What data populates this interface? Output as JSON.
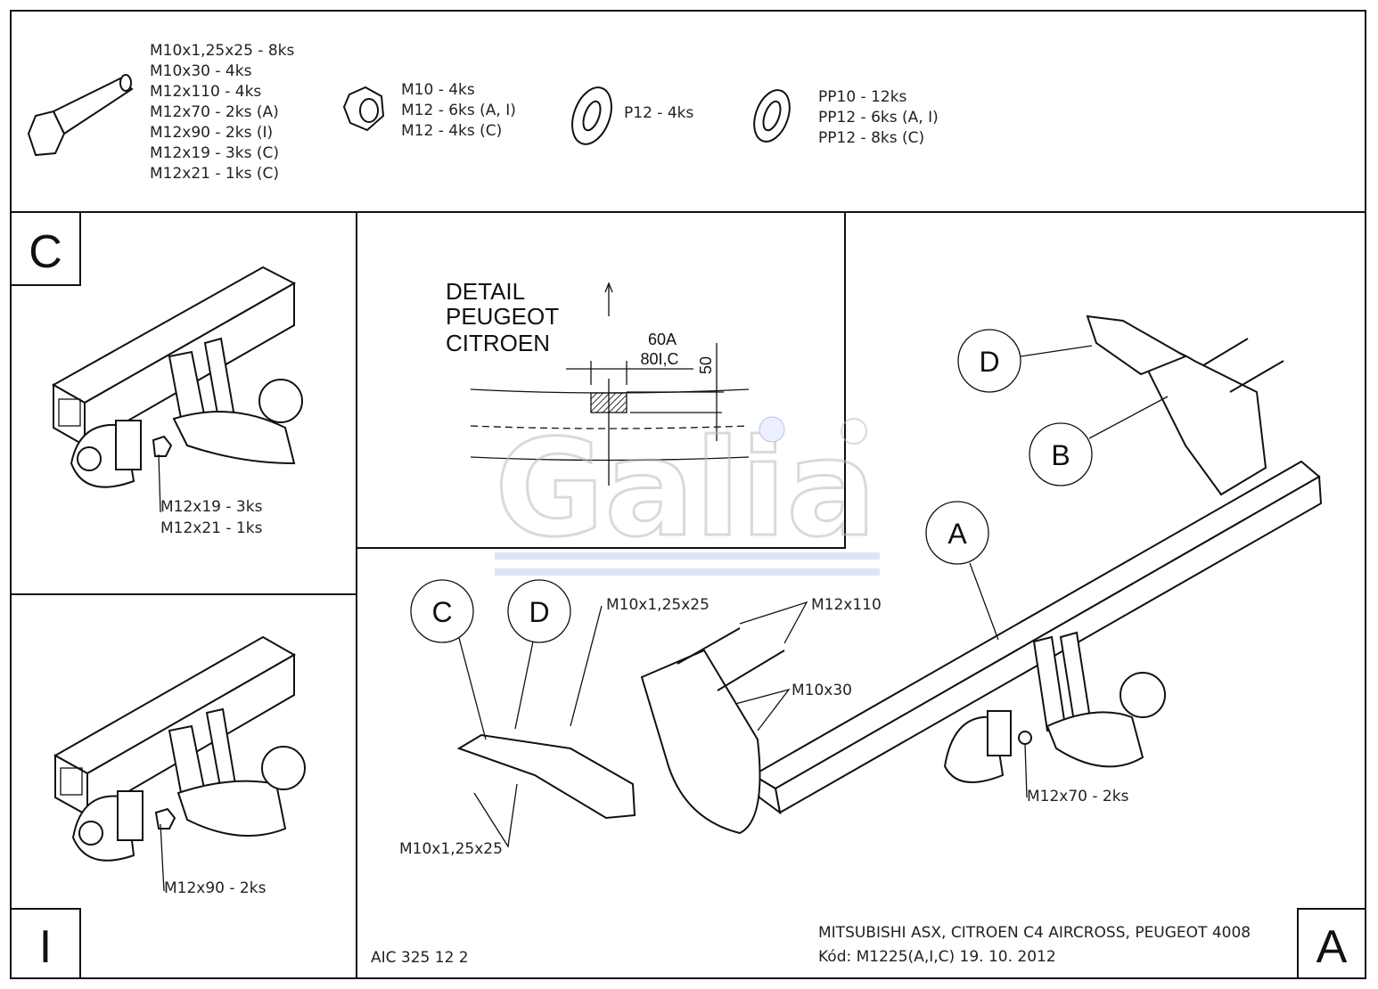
{
  "parts_list": {
    "bolts": [
      "M10x1,25x25 - 8ks",
      "M10x30 - 4ks",
      "M12x110 - 4ks",
      "M12x70 - 2ks (A)",
      "M12x90 - 2ks (I)",
      "M12x19 - 3ks (C)",
      "M12x21 - 1ks (C)"
    ],
    "nuts": [
      "M10 - 4ks",
      "M12 - 6ks (A, I)",
      "M12 - 4ks (C)"
    ],
    "washers": [
      "P12 - 4ks"
    ],
    "spring_washers": [
      "PP10 - 12ks",
      "PP12 - 6ks (A, I)",
      "PP12 - 8ks (C)"
    ]
  },
  "view_c": {
    "label": "C",
    "callouts": [
      "M12x19 - 3ks",
      "M12x21 - 1ks"
    ]
  },
  "view_i": {
    "label": "I",
    "callouts": [
      "M12x90 - 2ks"
    ]
  },
  "detail": {
    "title": [
      "DETAIL",
      "PEUGEOT",
      "CITROEN"
    ],
    "dim_width": [
      "60A",
      "80I,C"
    ],
    "dim_height": "50"
  },
  "logo": {
    "text": "Galia",
    "registered": "®"
  },
  "main_view": {
    "label": "A",
    "balloons": [
      "C",
      "D",
      "D",
      "B",
      "A"
    ],
    "callouts": {
      "bolt_d": "M10x1,25x25",
      "m12x110": "M12x110",
      "m10x30": "M10x30",
      "bolts_c": "M10x1,25x25",
      "ball": "M12x70 - 2ks"
    }
  },
  "title_block": {
    "drawing_no": "AIC 325 12 2",
    "vehicles": "MITSUBISHI ASX, CITROEN C4 AIRCROSS, PEUGEOT 4008",
    "code": "Kód: M1225(A,I,C)  19. 10. 2012"
  }
}
